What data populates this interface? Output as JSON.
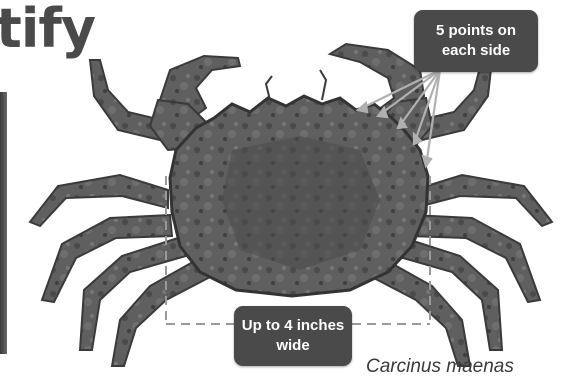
{
  "heading": {
    "partial_text": "tify"
  },
  "callouts": {
    "points": {
      "line1": "5 points on",
      "line2": "each side"
    },
    "width": {
      "line1": "Up to 4 inches",
      "line2": "wide"
    }
  },
  "species": {
    "scientific_name": "Carcinus maenas"
  },
  "colors": {
    "crab_body": "#5f5f5f",
    "crab_dark": "#444444",
    "callout_bg": "#4a4a4a",
    "callout_text": "#ffffff",
    "arrow": "#b0b0b0",
    "measure_lines": "#9a9a9a",
    "heading_text": "#4a4a4a"
  }
}
